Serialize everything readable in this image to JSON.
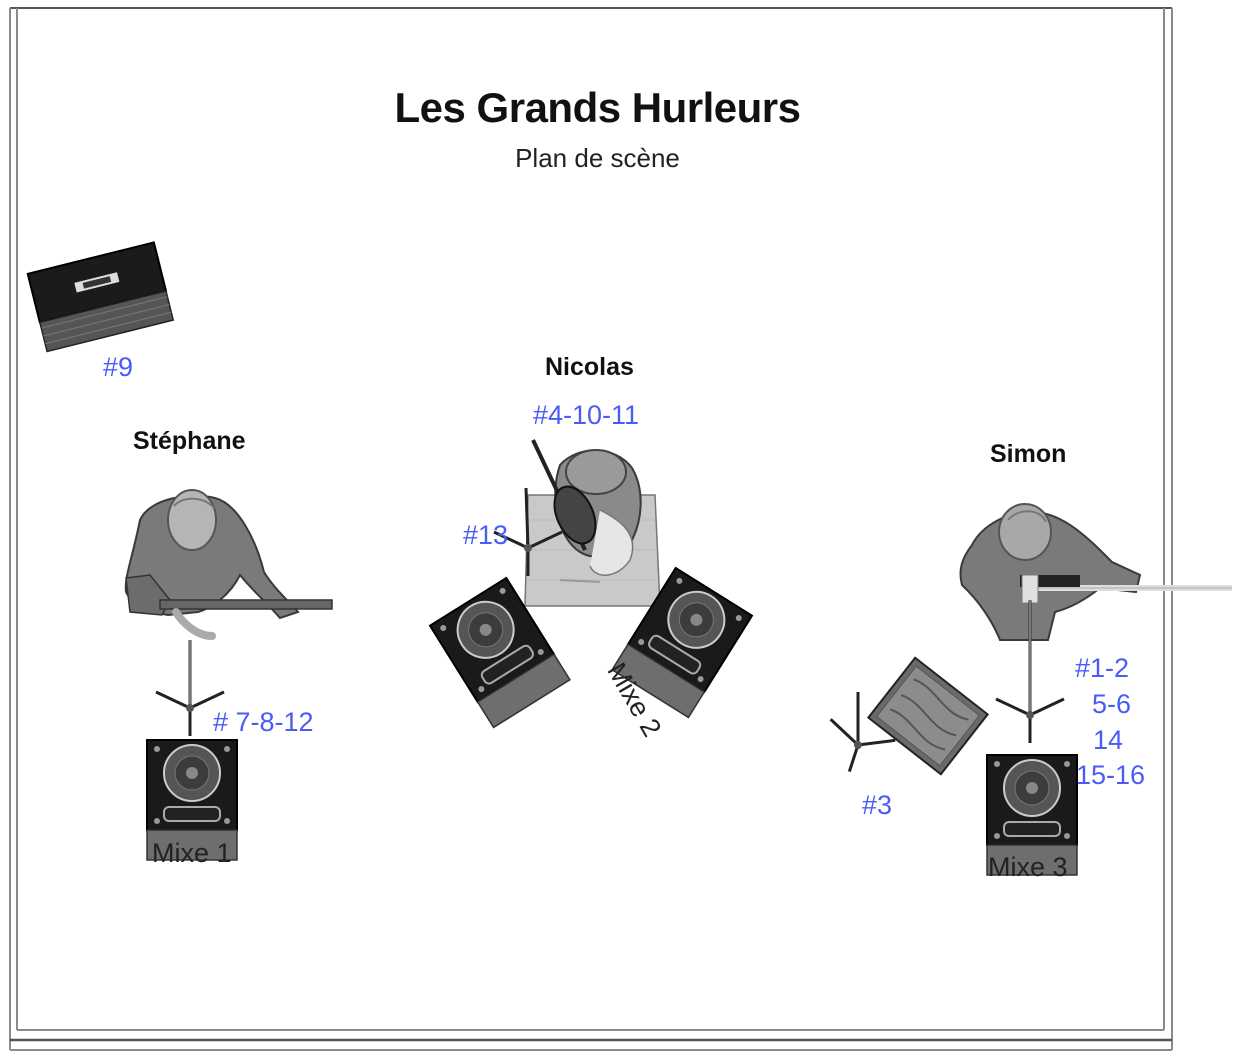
{
  "header": {
    "title": "Les Grands Hurleurs",
    "subtitle": "Plan de scène"
  },
  "musicians": {
    "stephane": {
      "name": "Stéphane",
      "channels": "# 7-8-12",
      "monitor": "Mixe 1"
    },
    "nicolas": {
      "name": "Nicolas",
      "channels": "#4-10-11",
      "mic_channel": "#13",
      "monitor": "Mixe 2"
    },
    "simon": {
      "name": "Simon",
      "channels": [
        "#1-2",
        "5-6",
        "14",
        "15-16"
      ],
      "amp_channel": "#3",
      "monitor": "Mixe 3"
    }
  },
  "amp_left": {
    "channel": "#9"
  },
  "colors": {
    "channel_label": "#4a5cf5",
    "border": "#8a8a8a"
  }
}
